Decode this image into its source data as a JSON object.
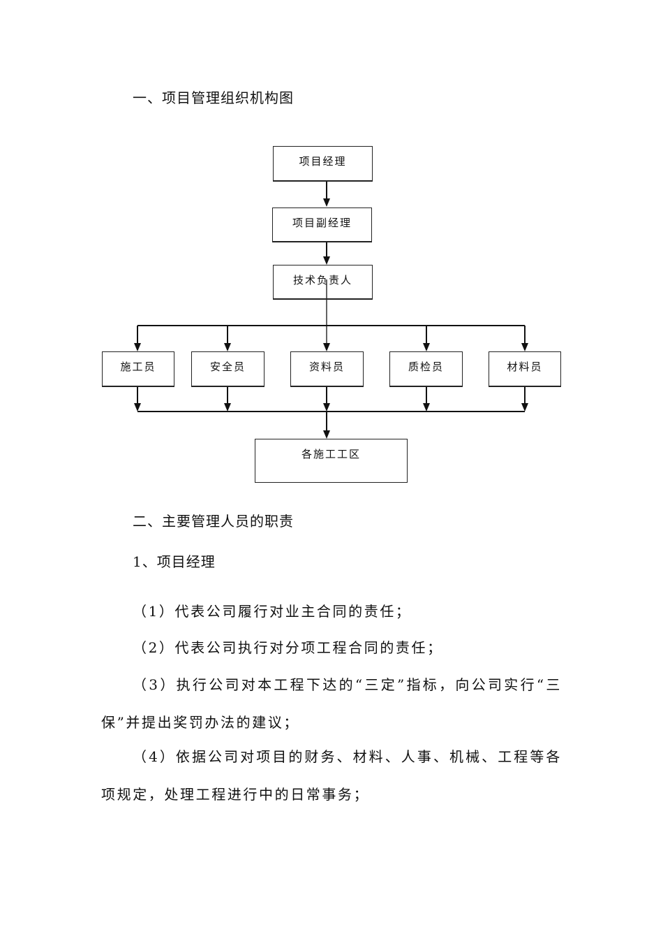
{
  "section1_title": "一、项目管理组织机构图",
  "org_chart": {
    "manager": "项目经理",
    "deputy": "项目副经理",
    "tech_lead": "技术负责人",
    "staff": [
      "施工员",
      "安全员",
      "资料员",
      "质检员",
      "材料员"
    ],
    "work_areas": "各施工工区"
  },
  "section2_title": "二、主要管理人员的职责",
  "sub1_title": "1、项目经理",
  "duties": [
    "（1）代表公司履行对业主合同的责任；",
    "（2）代表公司执行对分项工程合同的责任；",
    "（3）执行公司对本工程下达的“三定”指标，向公司实行“三保”并提出奖罚办法的建议；",
    "（4）依据公司对项目的财务、材料、人事、机械、工程等各项规定，处理工程进行中的日常事务；"
  ]
}
